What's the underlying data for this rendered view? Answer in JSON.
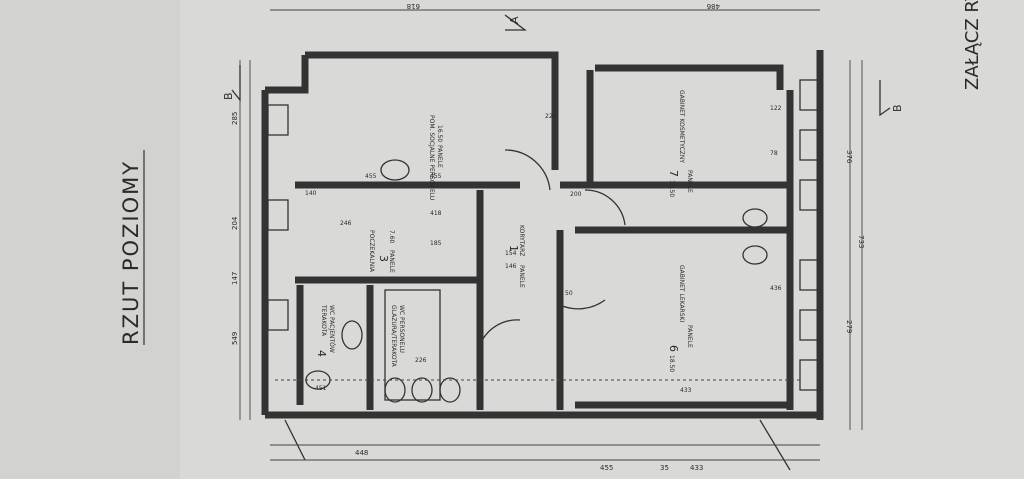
{
  "sheet": {
    "title": "RZUT POZIOMY",
    "corner": "ZAŁĄCZ RY",
    "section_mark": "A",
    "section_mark_b": "B"
  },
  "rooms": [
    {
      "no": "",
      "name": "POM. SOCJALNE PERSONELU",
      "area": "16.50",
      "floor": "PANELE"
    },
    {
      "no": "7",
      "name": "GABINET KOSMETYCZNY",
      "area": "18.50",
      "floor": "PANELE"
    },
    {
      "no": "3",
      "name": "POCZEKALNIA",
      "area": "7.60",
      "floor": "PANELE"
    },
    {
      "no": "1",
      "name": "KORYTARZ",
      "area": "",
      "floor": "PANELE"
    },
    {
      "no": "6",
      "name": "GABINET LEKARSKI",
      "area": "18.50",
      "floor": "PANELE"
    },
    {
      "no": "4",
      "name": "WC PACJENTÓW",
      "area": "",
      "floor": "TERAKOTA"
    },
    {
      "no": "",
      "name": "WC PERSONELU",
      "area": "",
      "floor": "GLAZURA/TERAKOTA"
    }
  ],
  "dimensions": {
    "top": [
      "618",
      "486"
    ],
    "left": [
      "285",
      "204",
      "147",
      "549"
    ],
    "right": [
      "376",
      "279",
      "733"
    ],
    "bottom": [
      "448",
      "455",
      "35",
      "433"
    ],
    "inner": [
      "455",
      "246",
      "185",
      "418",
      "224",
      "226",
      "451",
      "154",
      "146",
      "200",
      "122",
      "78",
      "433",
      "436",
      "140",
      "455",
      "50"
    ]
  }
}
